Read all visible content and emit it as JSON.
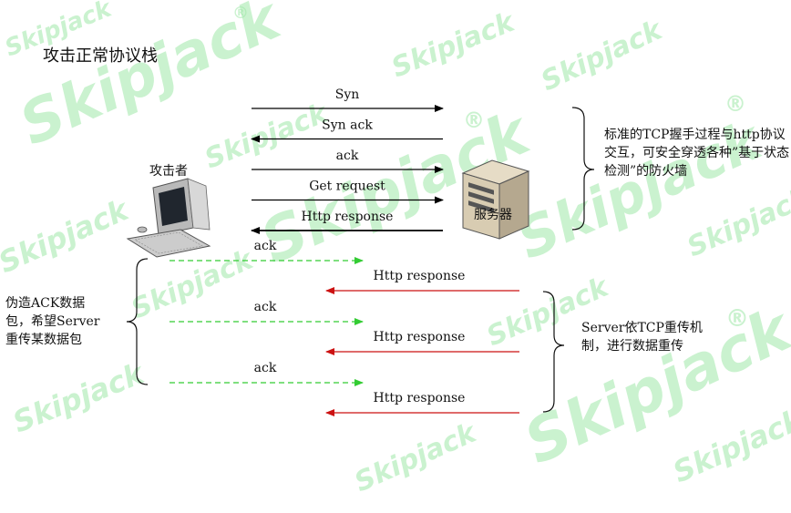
{
  "title": "攻击正常协议栈",
  "watermark": "Skipjack",
  "watermark_mark": "®",
  "attacker_label": "攻击者",
  "server_label": "服务器",
  "handshake": [
    {
      "label": "Syn",
      "direction": "to-server"
    },
    {
      "label": "Syn ack",
      "direction": "to-client"
    },
    {
      "label": "ack",
      "direction": "to-server"
    },
    {
      "label": "Get request",
      "direction": "to-server"
    },
    {
      "label": "Http response",
      "direction": "to-client"
    }
  ],
  "attack_rounds": [
    {
      "ack_label": "ack",
      "response_label": "Http response"
    },
    {
      "ack_label": "ack",
      "response_label": "Http response"
    },
    {
      "ack_label": "ack",
      "response_label": "Http response"
    }
  ],
  "notes": {
    "handshake": "标准的TCP握手过程与http协议交互，可安全穿透各种”基于状态检测”的防火墙",
    "forged_ack": "伪造ACK数据包，希望Server重传某数据包",
    "retransmit": "Server依TCP重传机制，进行数据重传"
  },
  "colors": {
    "forged_ack": "#33cc33",
    "retransmit": "#cc1111",
    "watermark": "#9fe8a8"
  }
}
